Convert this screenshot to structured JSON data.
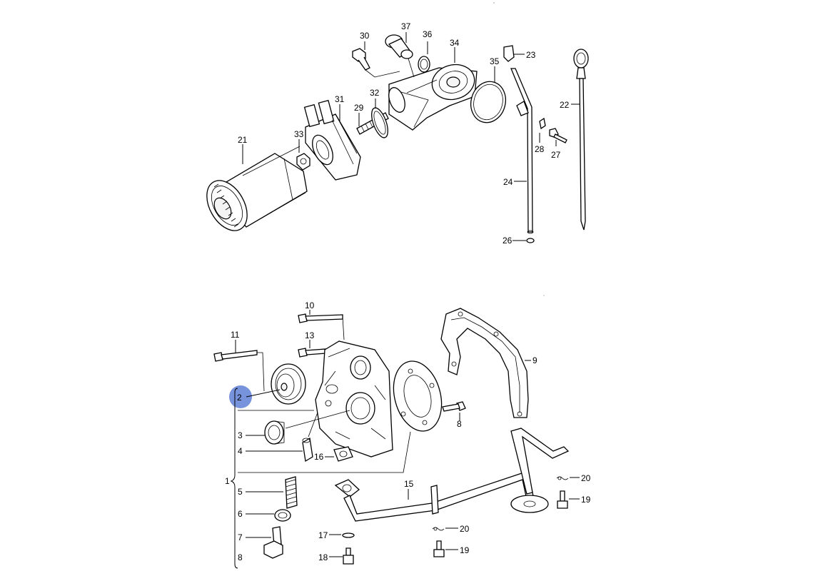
{
  "diagram": {
    "highlight_color": "#4a6fd0",
    "highlighted_part": "2",
    "labels": {
      "l30": "30",
      "l37": "37",
      "l36": "36",
      "l34": "34",
      "l23": "23",
      "l35": "35",
      "l22": "22",
      "l32": "32",
      "l31": "31",
      "l29": "29",
      "l21": "21",
      "l33": "33",
      "l28": "28",
      "l27": "27",
      "l24": "24",
      "l26": "26",
      "l10": "10",
      "l11": "11",
      "l13": "13",
      "l9": "9",
      "l2": "2",
      "l3": "3",
      "l4": "4",
      "l16": "16",
      "l8a": "8",
      "l1": "1",
      "l5": "5",
      "l6": "6",
      "l7": "7",
      "l8b": "8",
      "l15": "15",
      "l17": "17",
      "l18": "18",
      "l20a": "20",
      "l19a": "19",
      "l20b": "20",
      "l19b": "19"
    }
  }
}
